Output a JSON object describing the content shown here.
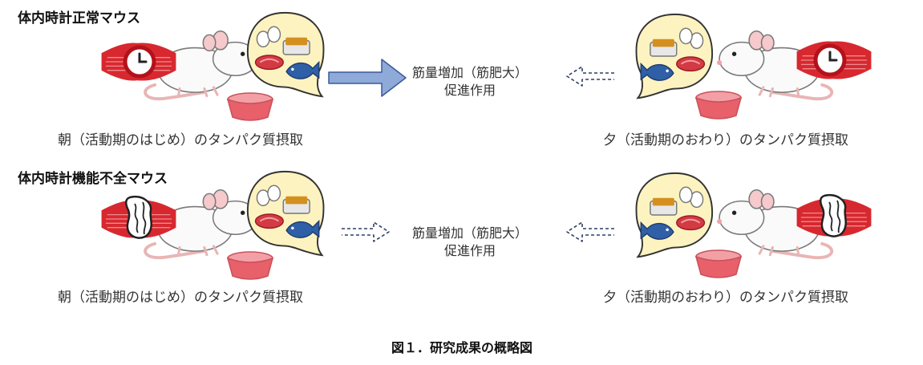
{
  "panels": [
    {
      "heading": "体内時計正常マウス",
      "morning_caption": "朝（活動期のはじめ）のタンパク質摂取",
      "evening_caption": "夕（活動期のおわり）のタンパク質摂取",
      "effect_line1": "筋量増加（筋肥大）",
      "effect_line2": "促進作用"
    },
    {
      "heading": "体内時計機能不全マウス",
      "morning_caption": "朝（活動期のはじめ）のタンパク質摂取",
      "evening_caption": "夕（活動期のおわり）のタンパク質摂取",
      "effect_line1": "筋量増加（筋肥大）",
      "effect_line2": "促進作用"
    }
  ],
  "figure_caption": "図１．研究成果の概略図",
  "icons": {
    "clock": "clock-icon",
    "broken_clock": "broken-clock-icon",
    "mouse": "mouse-icon",
    "food_bubble": "food-bubble-icon",
    "bowl": "bowl-icon"
  },
  "colors": {
    "solid_arrow": "#8fa9d8",
    "dashed_arrow": "#2c3e66",
    "muscle": "#d8282f",
    "bubble": "#fdf3c0",
    "bowl": "#e8606a"
  }
}
